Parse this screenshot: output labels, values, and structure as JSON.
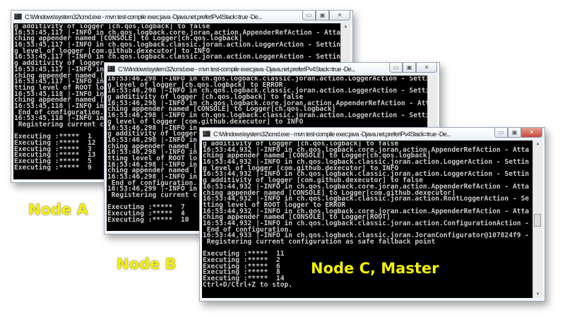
{
  "colors": {
    "console_bg": "#000000",
    "console_text": "#c8c8c8",
    "label": "#f5f000"
  },
  "windows": [
    {
      "title": "C:\\Windows\\system32\\cmd.exe - mvn  test-compile exec:java -Djava.net.preferIPv4Stack=true -De...",
      "icon": "cmd-icon",
      "label": "Node A",
      "lines": [
        "g additivity of logger [ch.qos.logback] to false",
        "16:53:45,117 |-INFO in ch.qos.logback.core.joran.action.AppenderRefAction - Atta",
        "ching appender named [CONSOLE] to Logger[ch.qos.logback]",
        "16:53:45,117 |-INFO in ch.qos.logback.classic.joran.action.LoggerAction - Settin",
        "g level of logger [com.github.dexecutor] to INFO",
        "16:53:45,117 |-INFO in ch.qos.logback.classic.joran.action.LoggerAction - Settin",
        "g additivity of logger",
        "16:53:45,117 |-INFO in",
        "ching appender named [C",
        "16:53:45,117 |-INFO in",
        "tting level of ROOT log",
        "16:53:45,118 |-INFO in",
        "ching appender named [C",
        "16:53:45,118 |-INFO in",
        " End of configuration.",
        "16:53:45,118 |-INFO in",
        " Registering current co",
        "",
        "Executing :*****  1",
        "Executing :*****  12",
        "Executing :*****  3",
        "Executing :*****  13",
        "Executing :*****  5",
        "Executing :*****  9"
      ]
    },
    {
      "title": "C:\\Windows\\system32\\cmd.exe - mvn  test-compile exec:java -Djava.net.preferIPv4Stack=true -De...",
      "icon": "cmd-icon",
      "label": "Node B",
      "lines": [
        "16:53:46,298 |-INFO in ch.qos.logback.classic.joran.action.LoggerAction - Settin",
        "g level of logger [ch.qos.logback] to ERROR",
        "16:53:46,298 |-INFO in ch.qos.logback.classic.joran.action.LoggerAction - Settin",
        "g additivity of logger [ch.qos.logback] to false",
        "16:53:46,298 |-INFO in ch.qos.logback.core.joran.action.AppenderRefAction - Atta",
        "ching appender named [CONSOLE] to Logger[ch.qos.logback]",
        "16:53:46,298 |-INFO in ch.qos.logback.classic.joran.action.LoggerAction - Settin",
        "g level of logger [com.github.dexecutor] to INFO",
        "16:53:46,298 |-INFO in",
        "g additivity of logger",
        "16:53:46,298 |-INFO in",
        "ching appender named [",
        "16:53:46,298 |-INFO in",
        "tting level of ROOT lo",
        "16:53:46,298 |-INFO in",
        "ching appender named [",
        "16:53:46,298 |-INFO in",
        " End of configuration.",
        "16:53:46,299 |-INFO in",
        " Registering current c",
        "",
        "Executing :*****  7",
        "Executing :*****  4",
        "Executing :*****  10"
      ]
    },
    {
      "title": "C:\\Windows\\system32\\cmd.exe - mvn  test-compile exec:java -Djava.net.preferIPv4Stack=true -De...",
      "icon": "cmd-icon",
      "label": "Node C, Master",
      "lines": [
        "g additivity of logger [ch.qos.logback] to false",
        "16:53:44,932 |-INFO in ch.qos.logback.core.joran.action.AppenderRefAction - Atta",
        "ching appender named [CONSOLE] to Logger[ch.qos.logback]",
        "16:53:44,932 |-INFO in ch.qos.logback.classic.joran.action.LoggerAction - Settin",
        "g level of logger [com.github.dexecutor] to INFO",
        "16:53:44,932 |-INFO in ch.qos.logback.classic.joran.action.LoggerAction - Settin",
        "g additivity of logger [com.github.dexecutor] to false",
        "16:53:44,932 |-INFO in ch.qos.logback.core.joran.action.AppenderRefAction - Atta",
        "ching appender named [CONSOLE] to Logger[com.github.dexecutor]",
        "16:53:44,932 |-INFO in ch.qos.logback.classic.joran.action.RootLoggerAction - Se",
        "tting level of ROOT logger to ERROR",
        "16:53:44,932 |-INFO in ch.qos.logback.core.joran.action.AppenderRefAction - Atta",
        "ching appender named [CONSOLE] to Logger[ROOT]",
        "16:53:44,932 |-INFO in ch.qos.logback.classic.joran.action.ConfigurationAction -",
        " End of configuration.",
        "16:53:44,933 |-INFO in ch.qos.logback.classic.joran.JoranConfigurator@107824f9 -",
        " Registering current configuration as safe fallback point",
        "",
        "Executing :*****  11",
        "Executing :*****  2",
        "Executing :*****  6",
        "Executing :*****  8",
        "Executing :*****  14",
        "Ctrl+D/Ctrl+Z to stop."
      ]
    }
  ]
}
